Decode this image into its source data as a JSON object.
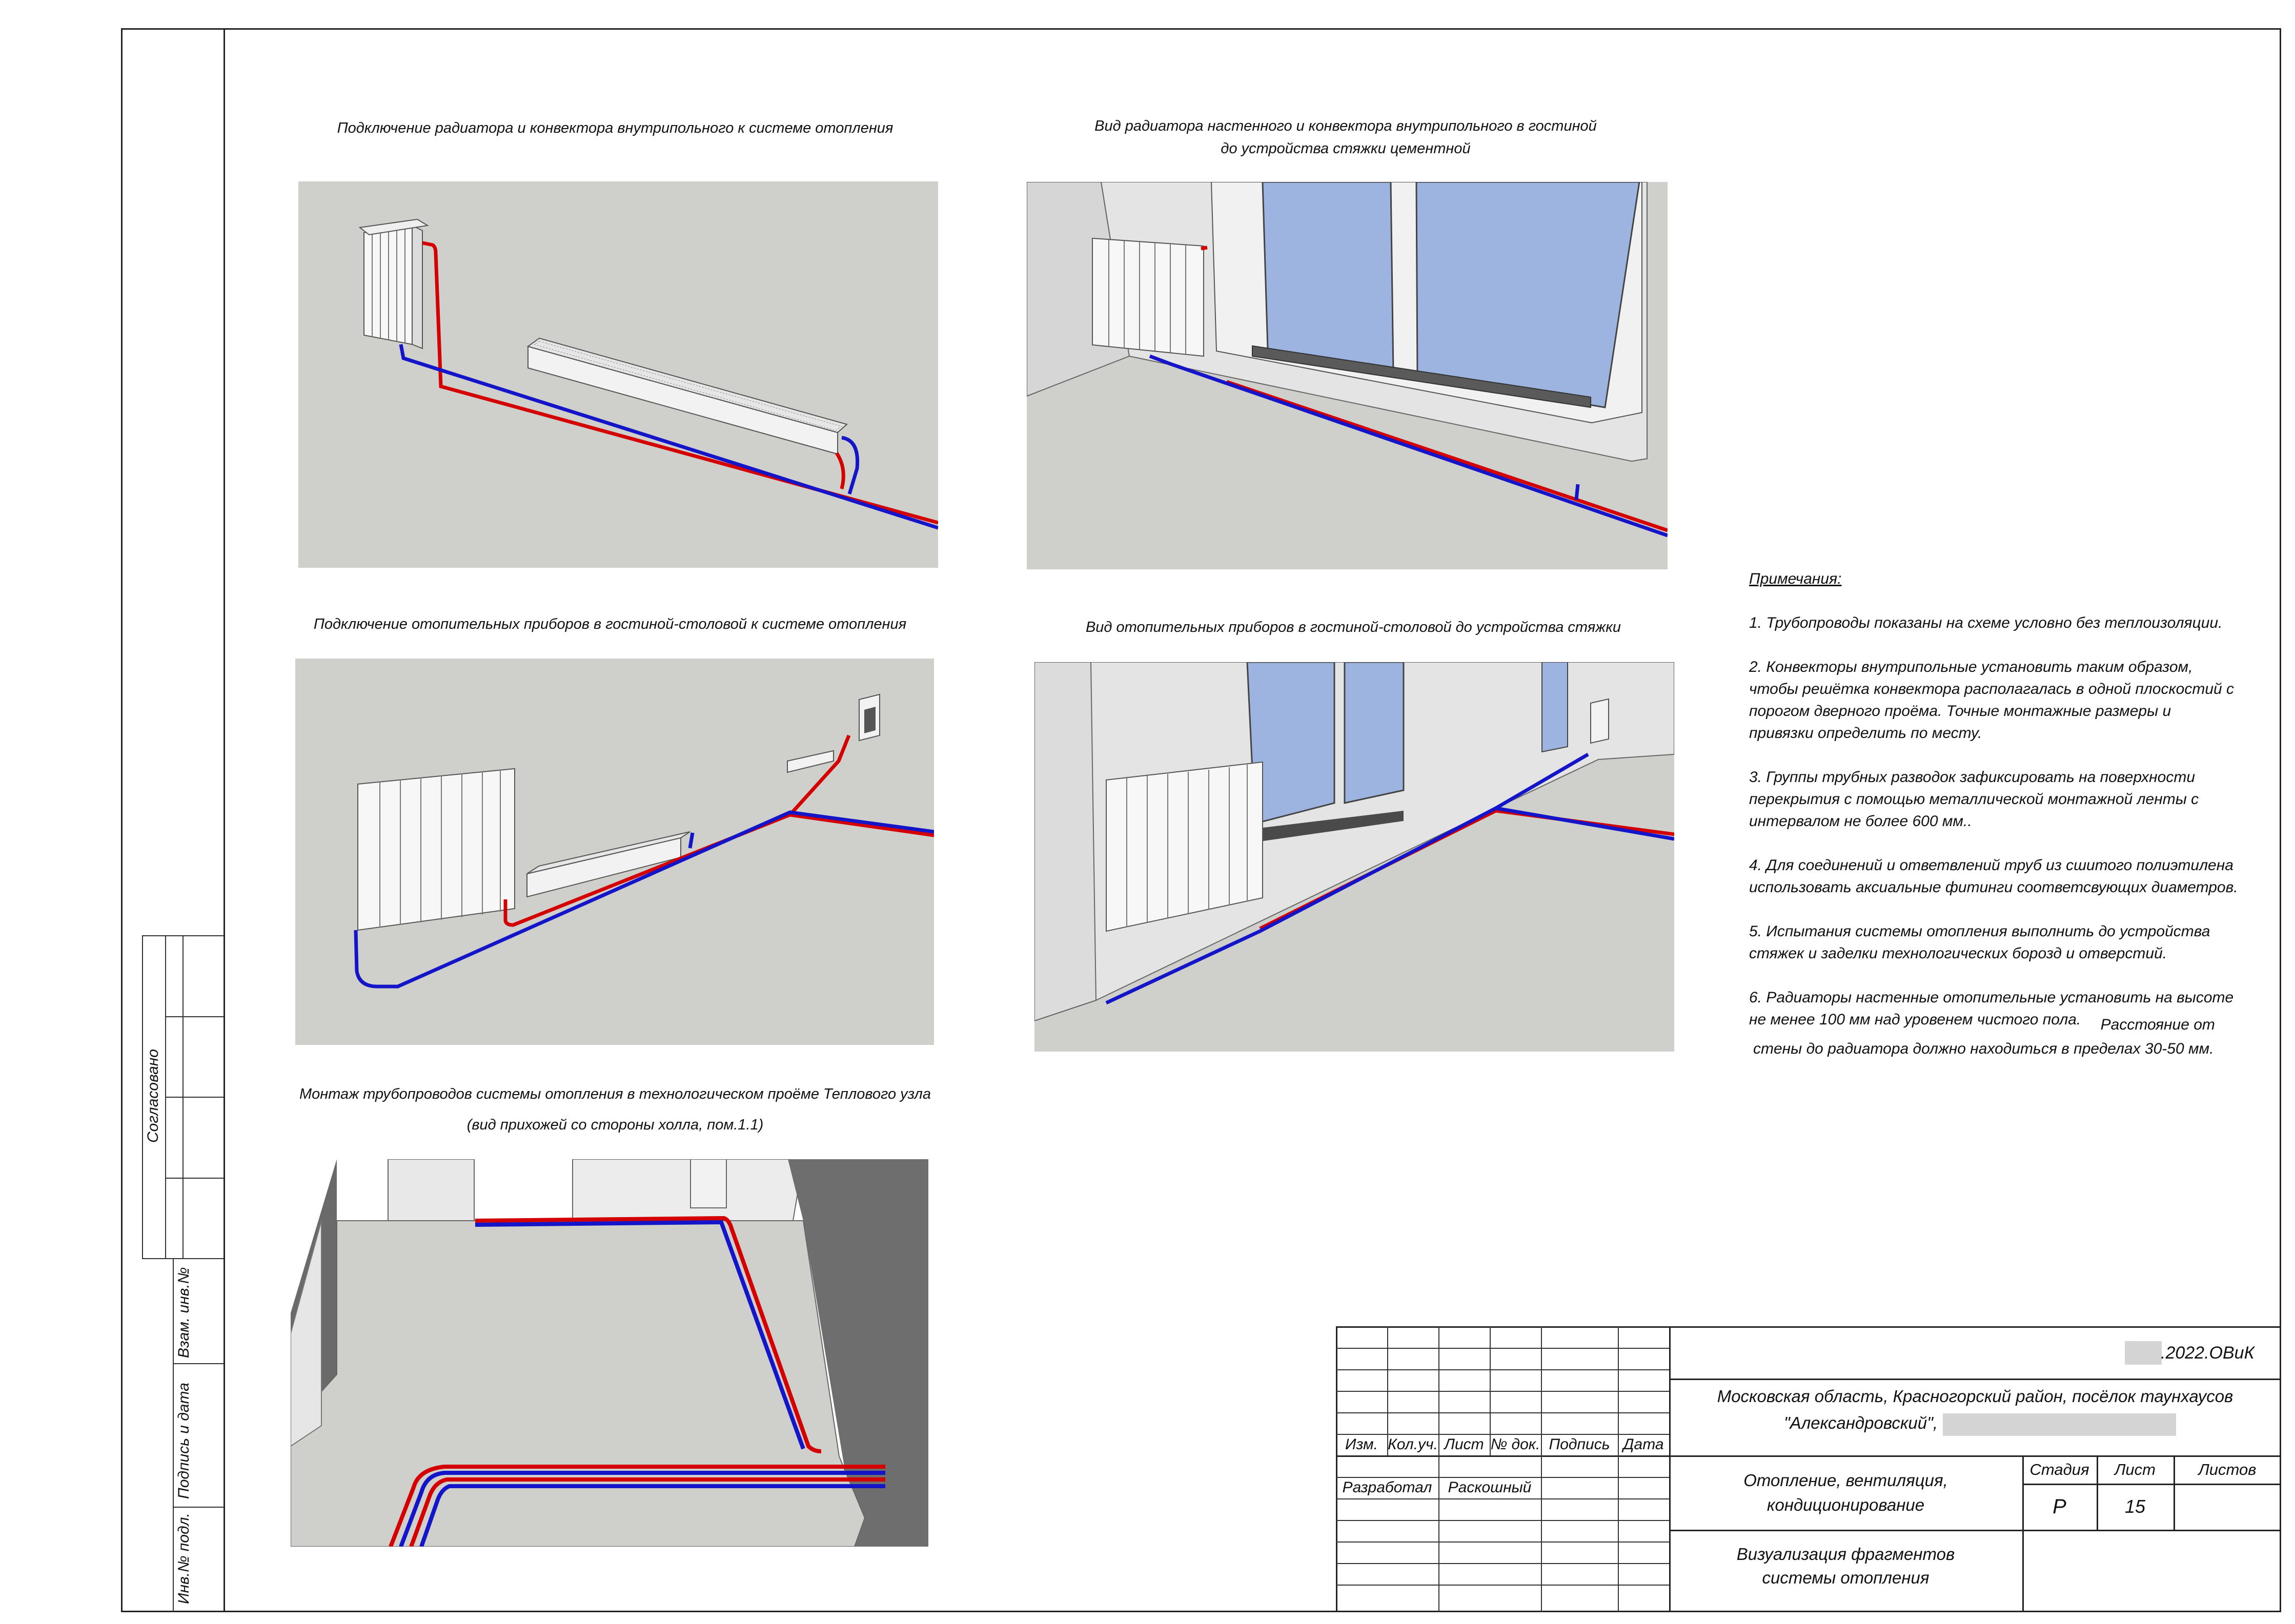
{
  "sidebar": {
    "agreed": "Согласовано",
    "swap_inv": "Взам. инв.№",
    "sign_date": "Подпись и дата",
    "orig_inv": "Инв.№ подл."
  },
  "captions": {
    "p1": "Подключение радиатора и конвектора внутрипольного к системе отопления",
    "p2_line1": "Вид радиатора настенного и конвектора внутрипольного в гостиной",
    "p2_line2": "до устройства стяжки цементной",
    "p3": "Подключение отопительных приборов в гостиной-столовой  к системе отопления",
    "p4": "Вид отопительных приборов в гостиной-столовой до устройства стяжки",
    "p5_line1": "Монтаж трубопроводов системы отопления в технологическом проёме Теплового  узла",
    "p5_line2": "(вид прихожей со стороны холла, пом.1.1)"
  },
  "notes": {
    "heading": "Примечания:",
    "n1": "1. Трубопроводы показаны на схеме условно без теплоизоляции.",
    "n2_a": "2. Конвекторы внутрипольные установить таким образом,",
    "n2_b": "чтобы решётка конвектора располагалась в одной плоскостий с",
    "n2_c": "порогом дверного проёма. Точные монтажные размеры и",
    "n2_d": "привязки определить по месту.",
    "n3_a": "3. Группы трубных разводок зафиксировать на поверхности",
    "n3_b": "перекрытия с помощью металлической монтажной ленты с",
    "n3_c": "интервалом не более 600 мм..",
    "n4_a": "4. Для соединений и ответвлений труб из сшитого полиэтилена",
    "n4_b": "использовать аксиальные фитинги соответсвующих диаметров.",
    "n5_a": "5. Испытания системы отопления выполнить до устройства",
    "n5_b": "стяжек и заделки технологических борозд и отверстий.",
    "n6_a": "6. Радиаторы настенные отопительные установить на высоте",
    "n6_b": "не менее 100 мм над уровенем чистого пола.",
    "n6_c": "Расстояние от",
    "n6_d": "стены до радиатора должно находиться в пределах 30-50 мм."
  },
  "stamp": {
    "code": ".2022.ОВиК",
    "address_line1": "Московская область, Красногорский район, посёлок таунхаусов",
    "address_line2": "\"Александровский\",",
    "col_izm": "Изм.",
    "col_kol": "Кол.уч.",
    "col_list": "Лист",
    "col_ndok": "№ док.",
    "col_podpis": "Подпись",
    "col_data": "Дата",
    "developed": "Разработал",
    "developer_name": "Раскошный",
    "section_line1": "Отопление, вентиляция,",
    "section_line2": "кондиционирование",
    "stage_label": "Стадия",
    "sheet_label": "Лист",
    "sheets_label": "Листов",
    "stage_value": "Р",
    "sheet_value": "15",
    "sheets_value": "",
    "sheet_title_line1": "Визуализация фрагментов",
    "sheet_title_line2": "системы отопления"
  },
  "colors": {
    "supply_pipe": "#d40000",
    "return_pipe": "#1414c8",
    "floor": "#cfcfcb",
    "glass": "#9eb4e0"
  }
}
